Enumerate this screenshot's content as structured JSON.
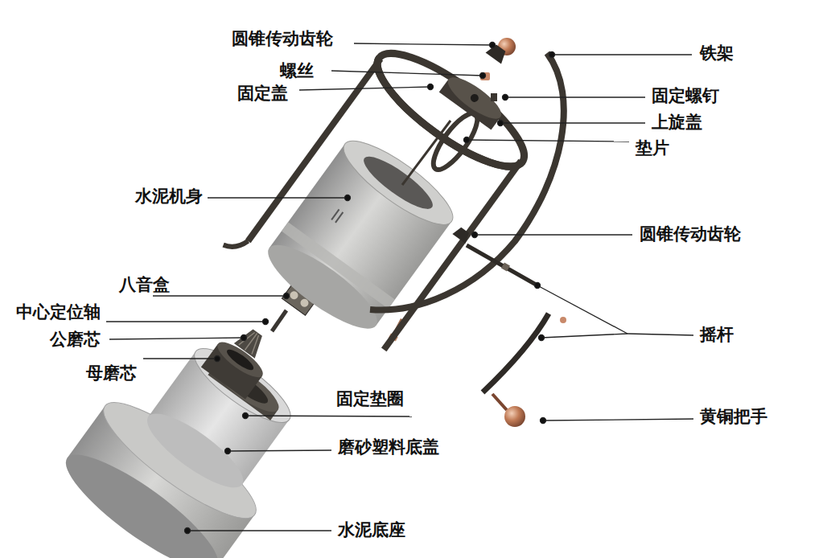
{
  "diagram": {
    "labels": [
      "圆锥传动齿轮",
      "螺丝",
      "固定盖",
      "铁架",
      "固定螺钉",
      "上旋盖",
      "垫片",
      "水泥机身",
      "圆锥传动齿轮",
      "八音盒",
      "中心定位轴",
      "摇杆",
      "公磨芯",
      "母磨芯",
      "固定垫圈",
      "黄铜把手",
      "磨砂塑料底盖",
      "水泥底座"
    ]
  }
}
